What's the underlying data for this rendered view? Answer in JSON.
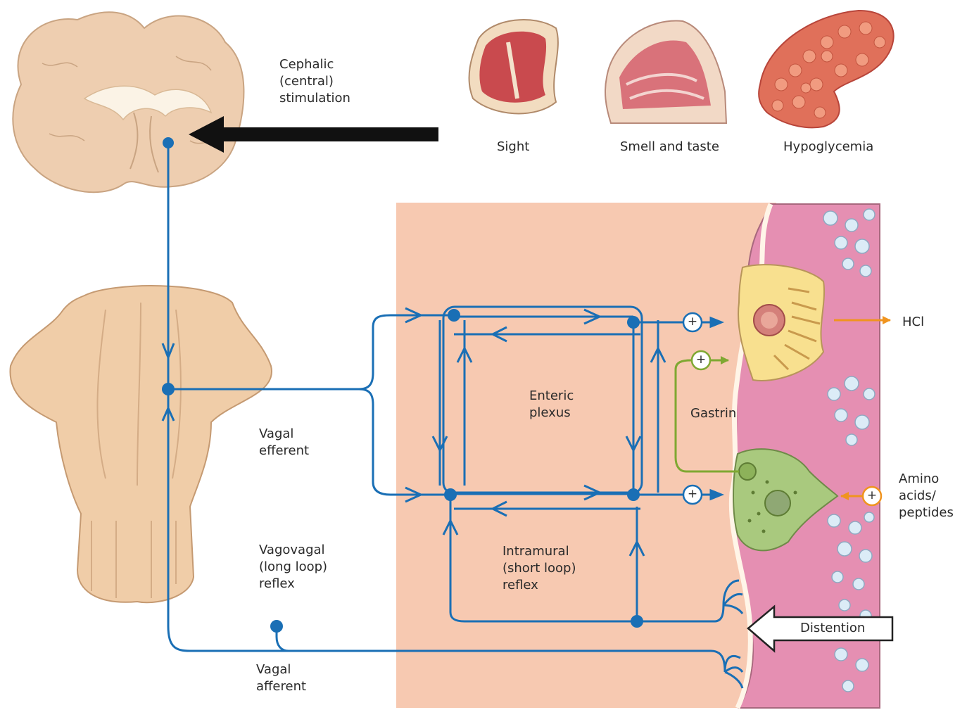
{
  "labels": {
    "cephalic": "Cephalic\n(central)\nstimulation",
    "sight": "Sight",
    "smell_taste": "Smell and taste",
    "hypoglycemia": "Hypoglycemia",
    "enteric": "Enteric\nplexus",
    "gastrin": "Gastrin",
    "hcl": "HCl",
    "amino": "Amino\nacids/\npeptides",
    "vagal_efferent": "Vagal\nefferent",
    "vagovagal": "Vagovagal\n(long loop)\nreflex",
    "intramural": "Intramural\n(short loop)\nreflex",
    "vagal_afferent": "Vagal\nafferent",
    "distention": "Distention",
    "plus": "+"
  },
  "colors": {
    "nerve": "#1a6fb5",
    "hcl_arrow": "#f0941f",
    "gastrin_path": "#7fa832",
    "tissue": "#f7c9b1",
    "mucosa": "#e58fb2",
    "parietal_cell": "#f8e08f",
    "g_cell": "#a9c97e",
    "brain": "#eeceb0",
    "brainstem": "#f0cda8"
  },
  "icons": [
    "brain-section",
    "steak",
    "nasal-cavity",
    "pancreas",
    "brainstem"
  ]
}
